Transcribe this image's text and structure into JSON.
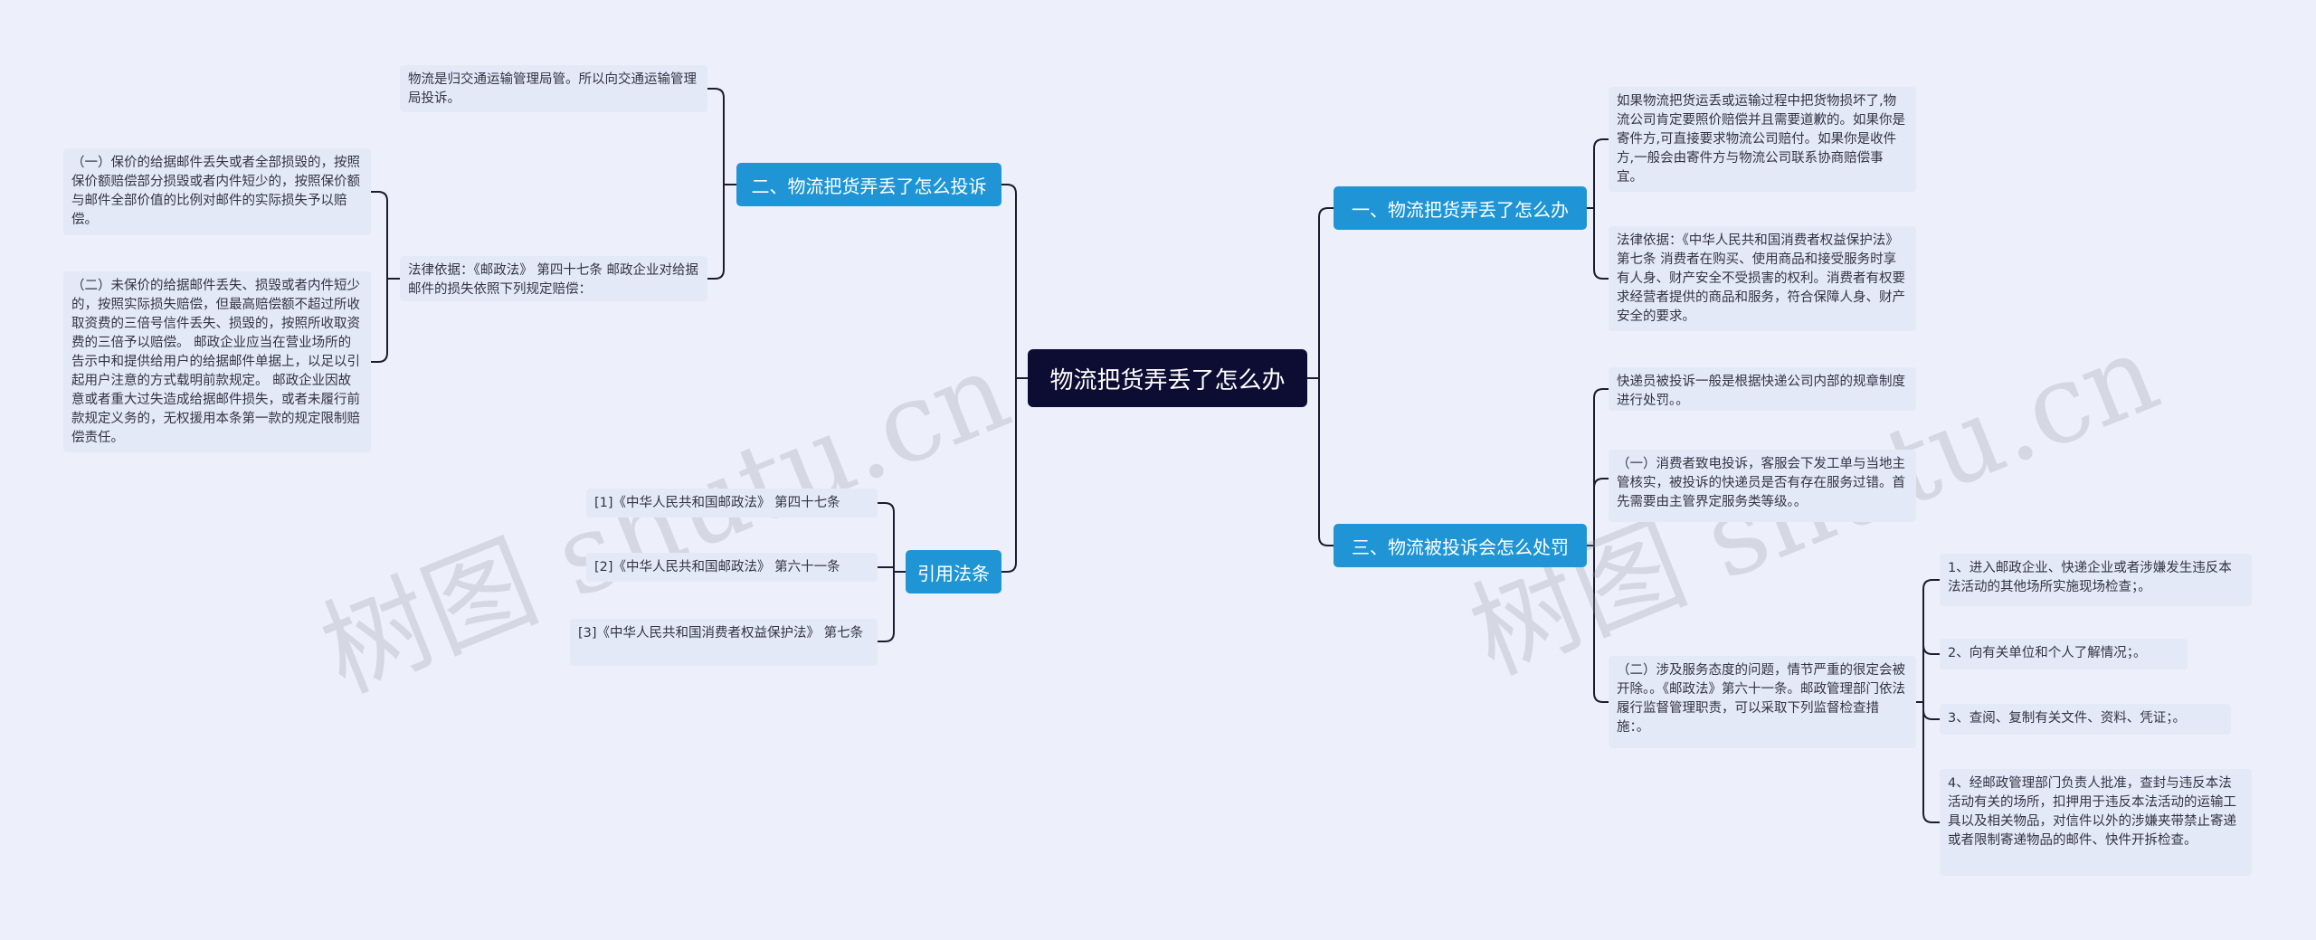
{
  "root": "物流把货弄丢了怎么办",
  "watermark": "树图 shutu.cn",
  "branches": {
    "b1": "一、物流把货弄丢了怎么办",
    "b2": "二、物流把货弄丢了怎么投诉",
    "b3": "三、物流被投诉会怎么处罚",
    "b4": "引用法条"
  },
  "leaves": {
    "b1_1": "如果物流把货运丢或运输过程中把货物损坏了,物流公司肯定要照价赔偿并且需要道歉的。如果你是寄件方,可直接要求物流公司赔付。如果你是收件方,一般会由寄件方与物流公司联系协商赔偿事宜。",
    "b1_2": "法律依据：《中华人民共和国消费者权益保护法》 第七条 消费者在购买、使用商品和接受服务时享有人身、财产安全不受损害的权利。消费者有权要求经营者提供的商品和服务，符合保障人身、财产安全的要求。",
    "b2_1": "物流是归交通运输管理局管。所以向交通运输管理局投诉。",
    "b2_2": "法律依据：《邮政法》 第四十七条 邮政企业对给据邮件的损失依照下列规定赔偿：",
    "b2_2_1": "（一）保价的给据邮件丢失或者全部损毁的，按照保价额赔偿部分损毁或者内件短少的，按照保价额与邮件全部价值的比例对邮件的实际损失予以赔偿。",
    "b2_2_2": "（二）未保价的给据邮件丢失、损毁或者内件短少的，按照实际损失赔偿，但最高赔偿额不超过所收取资费的三倍号信件丢失、损毁的，按照所收取资费的三倍予以赔偿。 邮政企业应当在营业场所的告示中和提供给用户的给据邮件单据上，以足以引起用户注意的方式载明前款规定。 邮政企业因故意或者重大过失造成给据邮件损失，或者未履行前款规定义务的，无权援用本条第一款的规定限制赔偿责任。",
    "b3_1": "快递员被投诉一般是根据快递公司内部的规章制度进行处罚。。",
    "b3_2": "（一）消费者致电投诉，客服会下发工单与当地主管核实，被投诉的快递员是否有存在服务过错。首先需要由主管界定服务类等级。。",
    "b3_3": "（二）涉及服务态度的问题，情节严重的很定会被开除。。《邮政法》第六十一条。邮政管理部门依法履行监督管理职责，可以采取下列监督检查措施：。",
    "b3_3_1": "1、进入邮政企业、快递企业或者涉嫌发生违反本法活动的其他场所实施现场检查；。",
    "b3_3_2": "2、向有关单位和个人了解情况；。",
    "b3_3_3": "3、查阅、复制有关文件、资料、凭证；。",
    "b3_3_4": "4、经邮政管理部门负责人批准，查封与违反本法活动有关的场所，扣押用于违反本法活动的运输工具以及相关物品，对信件以外的涉嫌夹带禁止寄递或者限制寄递物品的邮件、快件开拆检查。",
    "b4_1": "[1]《中华人民共和国邮政法》 第四十七条",
    "b4_2": "[2]《中华人民共和国邮政法》 第六十一条",
    "b4_3": "[3]《中华人民共和国消费者权益保护法》 第七条"
  },
  "colors": {
    "background": "#edf0fa",
    "root": "#0d0d33",
    "branch": "#1f95d6",
    "leaf": "#e4e9f8",
    "line": "#1c1c30"
  }
}
